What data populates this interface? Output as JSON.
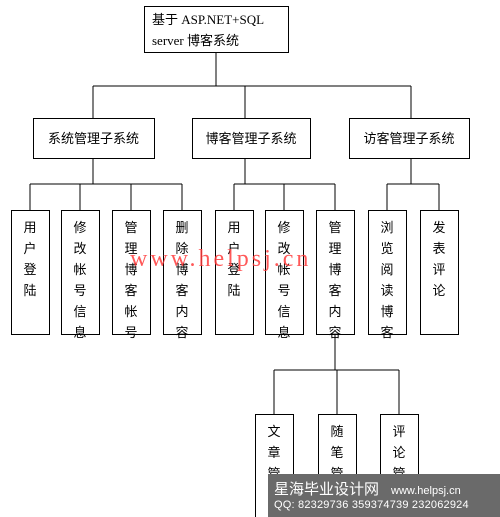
{
  "root": {
    "line1": "基于  ASP.NET+SQL",
    "line2": "server  博客系统"
  },
  "subsystems": {
    "admin": "系统管理子系统",
    "blog": "博客管理子系统",
    "visitor": "访客管理子系统"
  },
  "leaves": {
    "admin": [
      "用户登陆",
      "修改帐号信息",
      "管理博客帐号",
      "删除博客内容"
    ],
    "blog": [
      "用户登陆",
      "修改帐号信息",
      "管理博客内容"
    ],
    "visitor": [
      "浏览阅读博客",
      "发表评论"
    ]
  },
  "level3": [
    "文章管理",
    "随笔管理",
    "评论管理"
  ],
  "watermark": "www.helpsj.cn",
  "banner": {
    "name": "星海毕业设计网",
    "site": "www.helpsj.cn",
    "qq": "QQ: 82329736  359374739  232062924"
  }
}
